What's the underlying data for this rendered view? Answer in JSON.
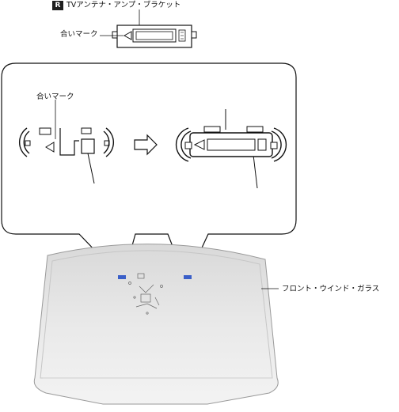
{
  "figure": {
    "badge": "R",
    "part_title": "TVアンテナ・アンプ・ブラケット",
    "alignment_mark_label": "合いマーク",
    "alignment_mark_label_inset": "合いマーク",
    "glass_label": "フロント・ウインド・ガラス"
  },
  "colors": {
    "line": "#111111",
    "glass_fill": "#e6e6e6",
    "glass_shade": "#d3d3d3",
    "bracket_marker": "#3a5fc8",
    "callout_fill": "#ffffff"
  },
  "icons": {
    "step_arrow": "outline-right-arrow"
  }
}
